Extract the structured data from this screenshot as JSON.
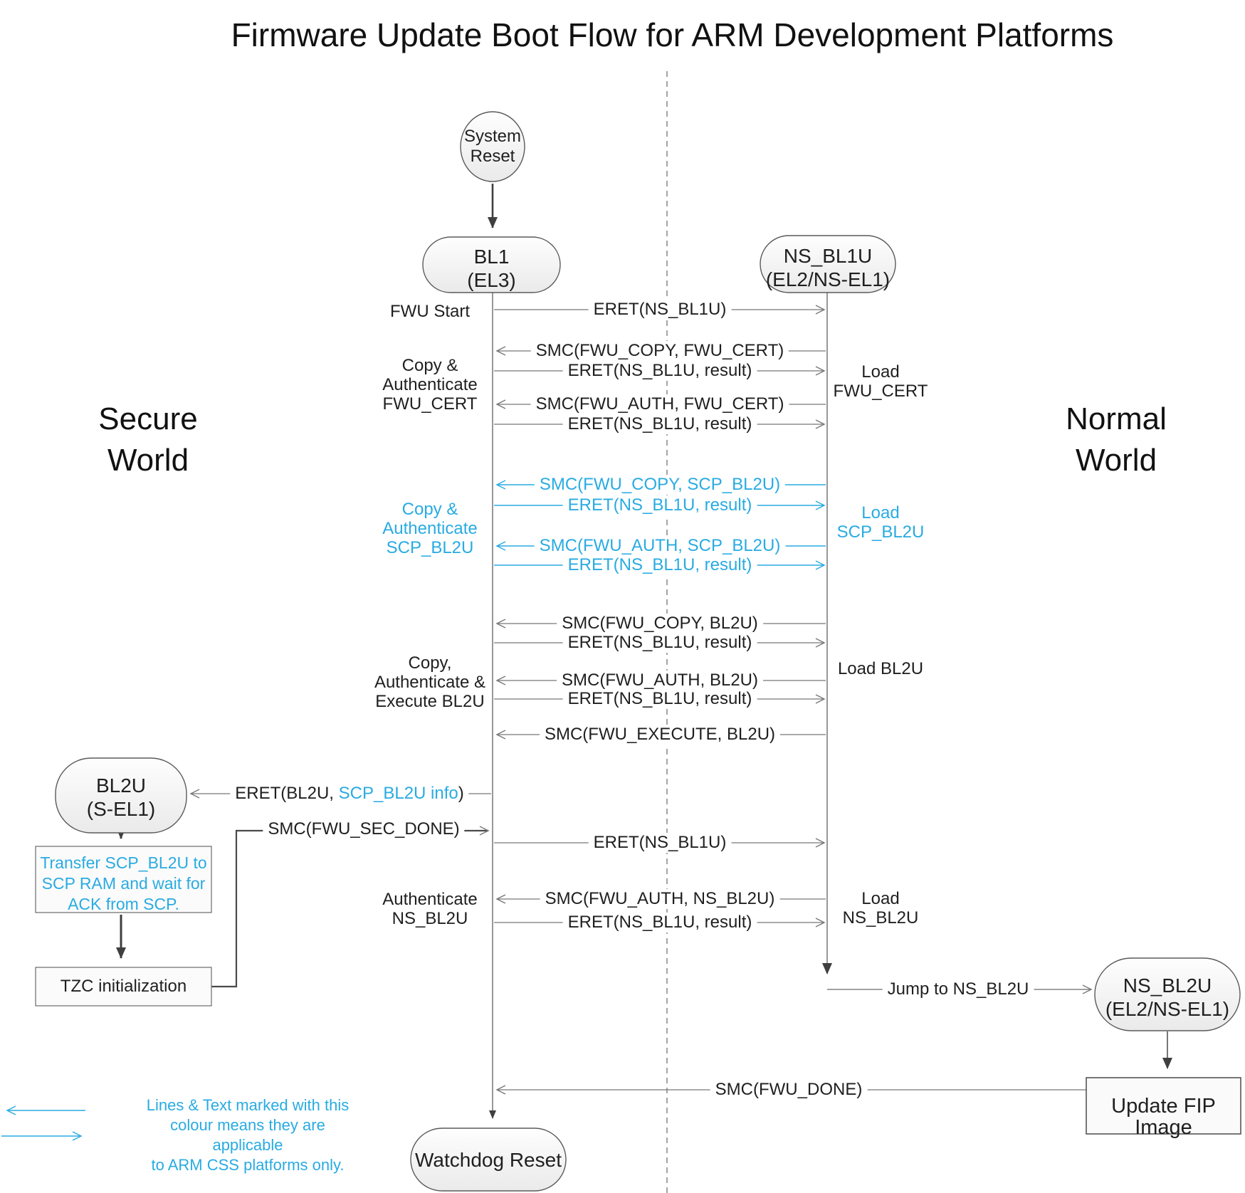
{
  "title": "Firmware Update Boot Flow for ARM Development Platforms",
  "accent_color": "#29ABE2",
  "world_labels": {
    "secure": {
      "line1": "Secure",
      "line2": "World"
    },
    "normal": {
      "line1": "Normal",
      "line2": "World"
    }
  },
  "nodes": {
    "system_reset": {
      "line1": "System",
      "line2": "Reset"
    },
    "bl1": {
      "line1": "BL1",
      "line2": "(EL3)"
    },
    "ns_bl1u": {
      "line1": "NS_BL1U",
      "line2": "(EL2/NS-EL1)"
    },
    "bl2u": {
      "line1": "BL2U",
      "line2": "(S-EL1)"
    },
    "transfer_scp": {
      "line1": "Transfer SCP_BL2U to",
      "line2": "SCP RAM and wait for",
      "line3": "ACK from SCP."
    },
    "tzc": {
      "label": "TZC initialization"
    },
    "ns_bl2u": {
      "line1": "NS_BL2U",
      "line2": "(EL2/NS-EL1)"
    },
    "update_fip": {
      "label": "Update FIP Image"
    },
    "watchdog": {
      "label": "Watchdog Reset"
    }
  },
  "messages": [
    {
      "label": "ERET(NS_BL1U)"
    },
    {
      "label": "SMC(FWU_COPY, FWU_CERT)"
    },
    {
      "label": "ERET(NS_BL1U, result)"
    },
    {
      "label": "SMC(FWU_AUTH, FWU_CERT)"
    },
    {
      "label": "ERET(NS_BL1U, result)"
    },
    {
      "label": "SMC(FWU_COPY, SCP_BL2U)"
    },
    {
      "label": "ERET(NS_BL1U, result)"
    },
    {
      "label": "SMC(FWU_AUTH, SCP_BL2U)"
    },
    {
      "label": "ERET(NS_BL1U, result)"
    },
    {
      "label": "SMC(FWU_COPY, BL2U)"
    },
    {
      "label": "ERET(NS_BL1U, result)"
    },
    {
      "label": "SMC(FWU_AUTH, BL2U)"
    },
    {
      "label": "ERET(NS_BL1U, result)"
    },
    {
      "label": "SMC(FWU_EXECUTE, BL2U)"
    },
    {
      "parts": {
        "p1": "ERET(BL2U, ",
        "p2": "SCP_BL2U info",
        "p3": ")"
      }
    },
    {
      "label": "SMC(FWU_SEC_DONE)"
    },
    {
      "label": "ERET(NS_BL1U)"
    },
    {
      "label": "SMC(FWU_AUTH, NS_BL2U)"
    },
    {
      "label": "ERET(NS_BL1U, result)"
    },
    {
      "label": "Jump to NS_BL2U"
    },
    {
      "label": "SMC(FWU_DONE)"
    }
  ],
  "side_labels": {
    "left": {
      "fwu_start": {
        "line1": "FWU Start"
      },
      "copy_auth_fwu_cert": {
        "line1": "Copy &",
        "line2": "Authenticate",
        "line3": "FWU_CERT"
      },
      "copy_auth_scp_bl2u": {
        "line1": "Copy &",
        "line2": "Authenticate",
        "line3": "SCP_BL2U"
      },
      "copy_auth_exec_bl2u": {
        "line1": "Copy,",
        "line2": "Authenticate &",
        "line3": "Execute BL2U"
      },
      "auth_ns_bl2u": {
        "line1": "Authenticate",
        "line2": "NS_BL2U"
      }
    },
    "right": {
      "load_fwu_cert": {
        "line1": "Load",
        "line2": "FWU_CERT"
      },
      "load_scp_bl2u": {
        "line1": "Load",
        "line2": "SCP_BL2U"
      },
      "load_bl2u": {
        "line1": "Load BL2U"
      },
      "load_ns_bl2u": {
        "line1": "Load",
        "line2": "NS_BL2U"
      }
    }
  },
  "legend": {
    "line1": "Lines & Text marked with this",
    "line2": "colour means they are applicable",
    "line3": "to ARM CSS platforms only."
  }
}
